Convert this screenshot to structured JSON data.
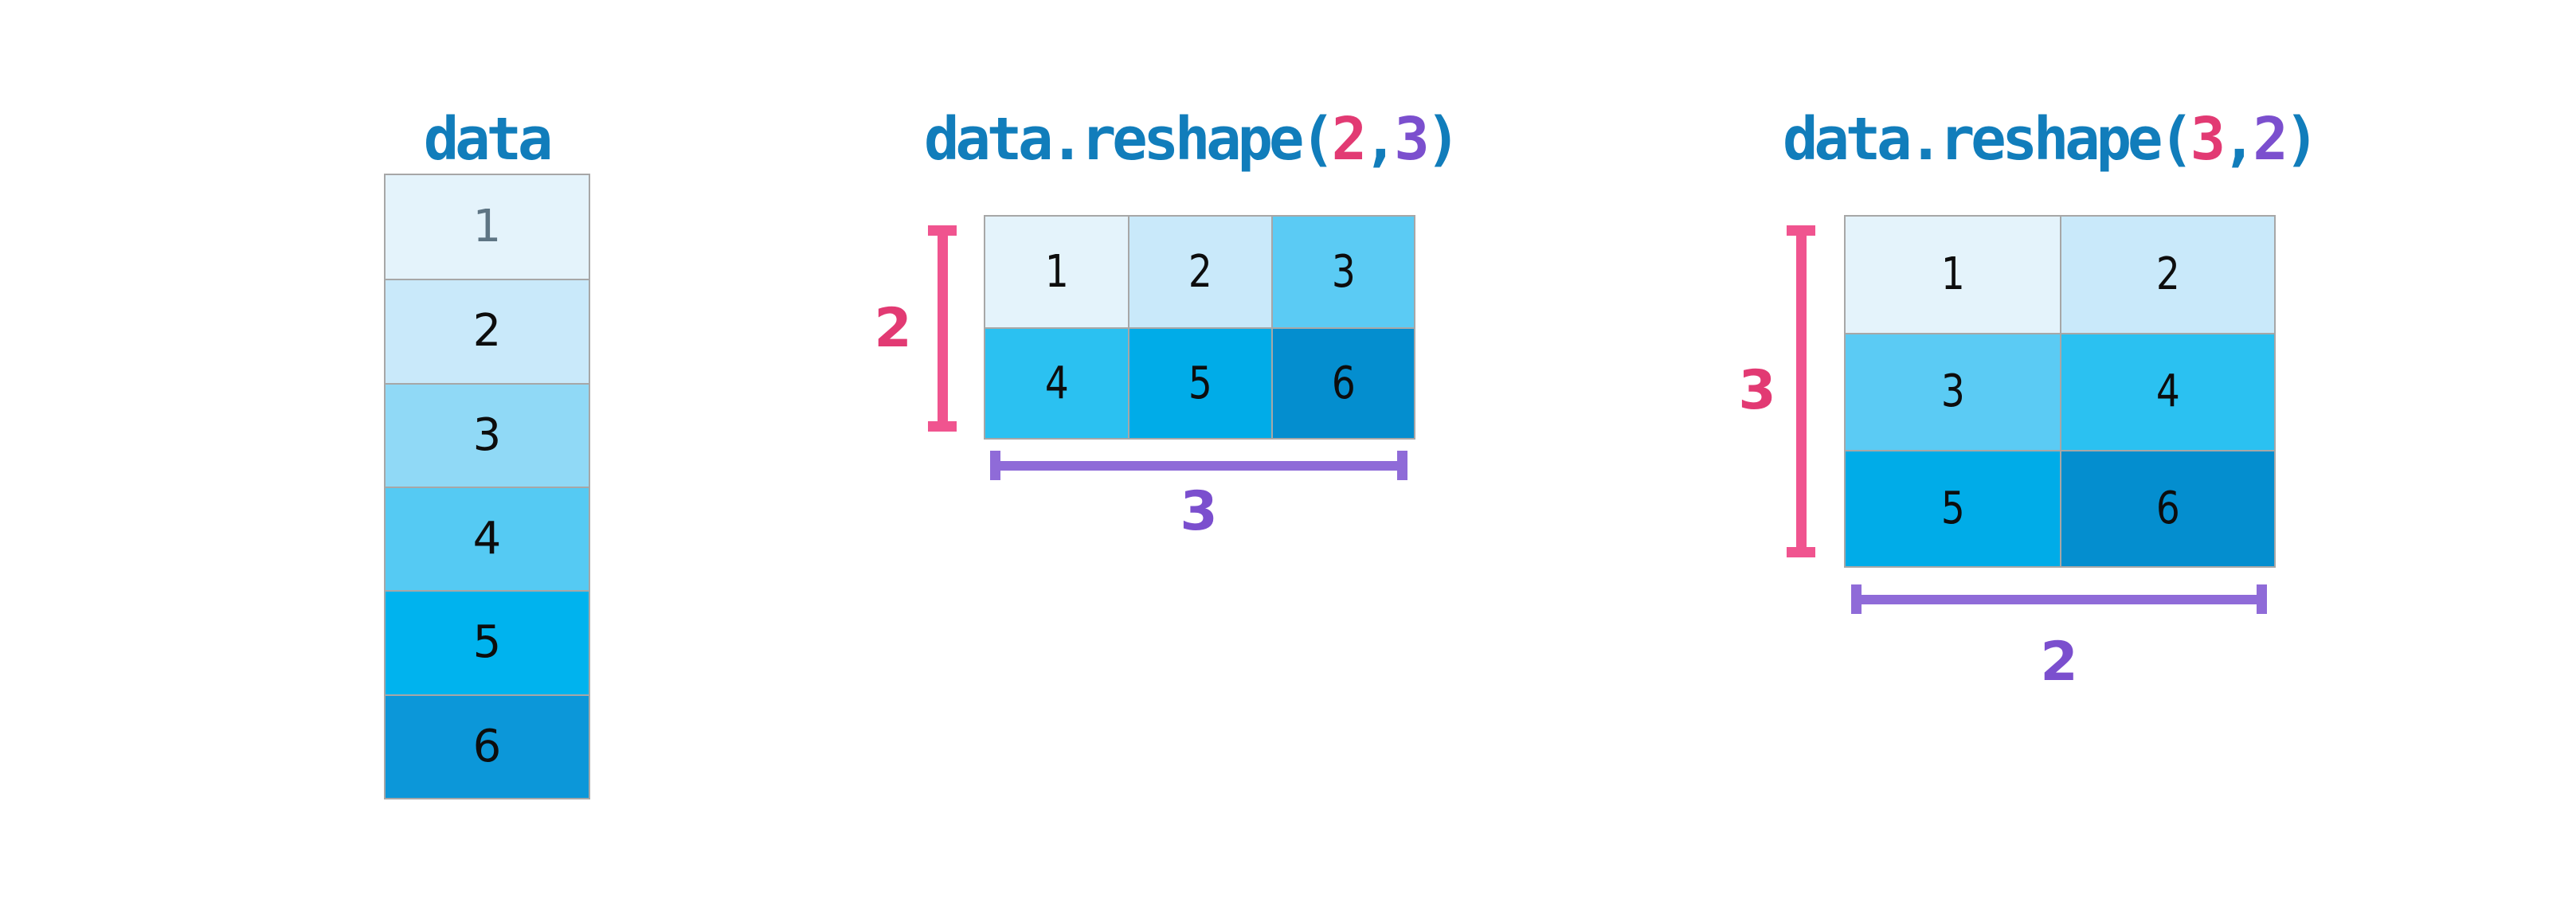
{
  "palette": {
    "title_blue": "#117dbb",
    "pink_accent": "#e23a73",
    "pink_bracket": "#f0548f",
    "purple_accent": "#7b4fce",
    "purple_bracket": "#8f6bd8",
    "cell_border_gray": "#a7a7a7",
    "number_dark": "#0d0d0d",
    "number_muted_gray": "#5e7584"
  },
  "figures": [
    {
      "id": "data",
      "title": {
        "segments": [
          {
            "text": "data",
            "color": "#117dbb"
          }
        ]
      },
      "shape": "6x1",
      "cells": [
        {
          "value": "1",
          "bg": "#e4f3fb",
          "fg": "#5e7584"
        },
        {
          "value": "2",
          "bg": "#c9e9fa",
          "fg": "#0d0d0d"
        },
        {
          "value": "3",
          "bg": "#90d9f6",
          "fg": "#0d0d0d"
        },
        {
          "value": "4",
          "bg": "#55caf3",
          "fg": "#0d0d0d"
        },
        {
          "value": "5",
          "bg": "#00b3ee",
          "fg": "#0d0d0d"
        },
        {
          "value": "6",
          "bg": "#0c97d9",
          "fg": "#0d0d0d"
        }
      ]
    },
    {
      "id": "reshape-2-3",
      "title": {
        "segments": [
          {
            "text": "data.reshape(",
            "color": "#117dbb"
          },
          {
            "text": "2",
            "color": "#e23a73"
          },
          {
            "text": ",",
            "color": "#117dbb"
          },
          {
            "text": "3",
            "color": "#7b4fce"
          },
          {
            "text": ")",
            "color": "#117dbb"
          }
        ]
      },
      "shape": "2x3",
      "cells": [
        {
          "value": "1",
          "bg": "#e4f3fb",
          "fg": "#0d0d0d"
        },
        {
          "value": "2",
          "bg": "#c9e9fa",
          "fg": "#0d0d0d"
        },
        {
          "value": "3",
          "bg": "#5bcbf4",
          "fg": "#0d0d0d"
        },
        {
          "value": "4",
          "bg": "#2bc1f1",
          "fg": "#0d0d0d"
        },
        {
          "value": "5",
          "bg": "#00ace8",
          "fg": "#0d0d0d"
        },
        {
          "value": "6",
          "bg": "#048ecf",
          "fg": "#0d0d0d"
        }
      ],
      "row_bracket": {
        "label": "2",
        "label_color": "#e23a73",
        "bracket_color": "#f0548f"
      },
      "col_bracket": {
        "label": "3",
        "label_color": "#7b4fce",
        "bracket_color": "#8f6bd8"
      }
    },
    {
      "id": "reshape-3-2",
      "title": {
        "segments": [
          {
            "text": "data.reshape(",
            "color": "#117dbb"
          },
          {
            "text": "3",
            "color": "#e23a73"
          },
          {
            "text": ",",
            "color": "#117dbb"
          },
          {
            "text": "2",
            "color": "#7b4fce"
          },
          {
            "text": ")",
            "color": "#117dbb"
          }
        ]
      },
      "shape": "3x2",
      "cells": [
        {
          "value": "1",
          "bg": "#e4f3fb",
          "fg": "#0d0d0d"
        },
        {
          "value": "2",
          "bg": "#c9e9fa",
          "fg": "#0d0d0d"
        },
        {
          "value": "3",
          "bg": "#5bcbf4",
          "fg": "#0d0d0d"
        },
        {
          "value": "4",
          "bg": "#2bc1f1",
          "fg": "#0d0d0d"
        },
        {
          "value": "5",
          "bg": "#00ace8",
          "fg": "#0d0d0d"
        },
        {
          "value": "6",
          "bg": "#048ecf",
          "fg": "#0d0d0d"
        }
      ],
      "row_bracket": {
        "label": "3",
        "label_color": "#e23a73",
        "bracket_color": "#f0548f"
      },
      "col_bracket": {
        "label": "2",
        "label_color": "#7b4fce",
        "bracket_color": "#8f6bd8"
      }
    }
  ]
}
